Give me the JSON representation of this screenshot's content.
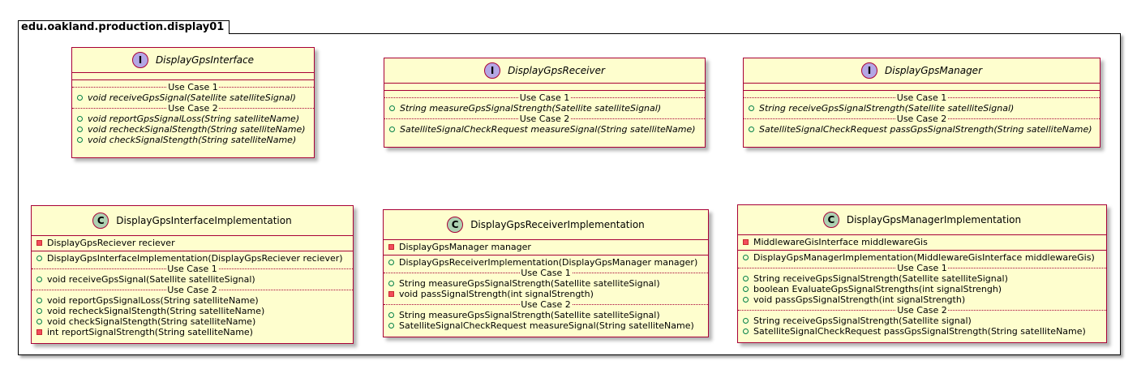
{
  "package": {
    "name": "edu.oakland.production.display01"
  },
  "interfaces": [
    {
      "stereotype": "I",
      "name": "DisplayGpsInterface",
      "sections": [
        {
          "label": "Use Case 1",
          "methods": [
            {
              "vis": "+",
              "text": "void receiveGpsSignal(Satellite satelliteSignal)"
            }
          ]
        },
        {
          "label": "Use Case 2",
          "methods": [
            {
              "vis": "+",
              "text": "void reportGpsSignalLoss(String satelliteName)"
            },
            {
              "vis": "+",
              "text": "void recheckSignalStength(String satelliteName)"
            },
            {
              "vis": "+",
              "text": "void checkSignalStength(String satelliteName)"
            }
          ]
        }
      ]
    },
    {
      "stereotype": "I",
      "name": "DisplayGpsReceiver",
      "sections": [
        {
          "label": "Use Case 1",
          "methods": [
            {
              "vis": "+",
              "text": "String measureGpsSignalStrength(Satellite satelliteSignal)"
            }
          ]
        },
        {
          "label": "Use Case 2",
          "methods": [
            {
              "vis": "+",
              "text": "SatelliteSignalCheckRequest measureSignal(String satelliteName)"
            }
          ]
        }
      ]
    },
    {
      "stereotype": "I",
      "name": "DisplayGpsManager",
      "sections": [
        {
          "label": "Use Case 1",
          "methods": [
            {
              "vis": "+",
              "text": "String receiveGpsSignalStrength(Satellite satelliteSignal)"
            }
          ]
        },
        {
          "label": "Use Case 2",
          "methods": [
            {
              "vis": "+",
              "text": "SatelliteSignalCheckRequest passGpsSignalStrength(String satelliteName)"
            }
          ]
        }
      ]
    }
  ],
  "classes": [
    {
      "stereotype": "C",
      "name": "DisplayGpsInterfaceImplementation",
      "fields": [
        {
          "vis": "-",
          "text": "DisplayGpsReciever reciever"
        }
      ],
      "constructor": {
        "vis": "+",
        "text": "DisplayGpsInterfaceImplementation(DisplayGpsReciever reciever)"
      },
      "sections": [
        {
          "label": "Use Case 1",
          "methods": [
            {
              "vis": "+",
              "text": "void receiveGpsSignal(Satellite satelliteSignal)"
            }
          ]
        },
        {
          "label": "Use Case 2",
          "methods": [
            {
              "vis": "+",
              "text": "void reportGpsSignalLoss(String satelliteName)"
            },
            {
              "vis": "+",
              "text": "void recheckSignalStength(String satelliteName)"
            },
            {
              "vis": "+",
              "text": "void checkSignalStength(String satelliteName)"
            },
            {
              "vis": "-",
              "text": "int reportSignalStrength(String satelliteName)"
            }
          ]
        }
      ]
    },
    {
      "stereotype": "C",
      "name": "DisplayGpsReceiverImplementation",
      "fields": [
        {
          "vis": "-",
          "text": "DisplayGpsManager manager"
        }
      ],
      "constructor": {
        "vis": "+",
        "text": "DisplayGpsReceiverImplementation(DisplayGpsManager manager)"
      },
      "sections": [
        {
          "label": "Use Case 1",
          "methods": [
            {
              "vis": "+",
              "text": "String measureGpsSignalStrength(Satellite satelliteSignal)"
            },
            {
              "vis": "-",
              "text": "void passSignalStrength(int signalStrength)"
            }
          ]
        },
        {
          "label": "Use Case 2",
          "methods": [
            {
              "vis": "+",
              "text": "String measureGpsSignalStrength(Satellite satelliteSignal)"
            },
            {
              "vis": "+",
              "text": "SatelliteSignalCheckRequest measureSignal(String satelliteName)"
            }
          ]
        }
      ]
    },
    {
      "stereotype": "C",
      "name": "DisplayGpsManagerImplementation",
      "fields": [
        {
          "vis": "-",
          "text": "MiddlewareGisInterface middlewareGis"
        }
      ],
      "constructor": {
        "vis": "+",
        "text": "DisplayGpsManagerImplementation(MiddlewareGisInterface middlewareGis)"
      },
      "sections": [
        {
          "label": "Use Case 1",
          "methods": [
            {
              "vis": "+",
              "text": "String receiveGpsSignalStrength(Satellite satelliteSignal)"
            },
            {
              "vis": "+",
              "text": "boolean EvaluateGpsSignalStrengths(int signalStrengh)"
            },
            {
              "vis": "+",
              "text": "void passGpsSignalStrength(int signalStrength)"
            }
          ]
        },
        {
          "label": "Use Case 2",
          "methods": [
            {
              "vis": "+",
              "text": "String receiveGpsSignalStrength(Satellite signal)"
            },
            {
              "vis": "+",
              "text": "SatelliteSignalCheckRequest passGpsSignalStrength(String satelliteName)"
            }
          ]
        }
      ]
    }
  ],
  "colors": {
    "class_fill": "#FEFECE",
    "class_border": "#A80036",
    "interface_badge": "#B4A7E5",
    "class_badge": "#ADD1B2",
    "public": "#038048",
    "private": "#C82930"
  }
}
